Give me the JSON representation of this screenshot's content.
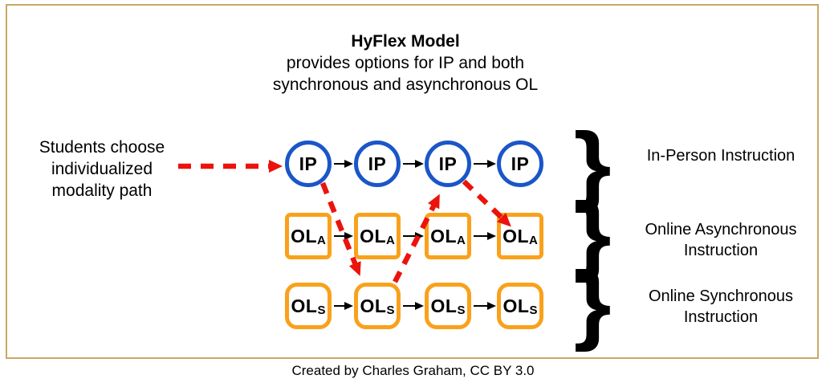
{
  "title": {
    "heading": "HyFlex Model",
    "subtitle_line1": "provides options for IP and both",
    "subtitle_line2": "synchronous and asynchronous OL"
  },
  "left_note": {
    "line1": "Students choose",
    "line2": "individualized",
    "line3": "modality path"
  },
  "rows": {
    "ip": {
      "label": "IP",
      "brace": "}",
      "caption_line1": "In-Person Instruction",
      "caption_line2": ""
    },
    "ol_async": {
      "label": "OL",
      "sub": "A",
      "brace": "}",
      "caption_line1": "Online Asynchronous",
      "caption_line2": "Instruction"
    },
    "ol_sync": {
      "label": "OL",
      "sub": "S",
      "brace": "}",
      "caption_line1": "Online Synchronous",
      "caption_line2": "Instruction"
    }
  },
  "colors": {
    "frame_border": "#C9A865",
    "ip_node_border": "#1A56C8",
    "ol_node_border": "#F9A11B",
    "student_path_red": "#EB130C",
    "flow_arrow_black": "#000000"
  },
  "caption": "Created by Charles Graham, CC BY 3.0"
}
